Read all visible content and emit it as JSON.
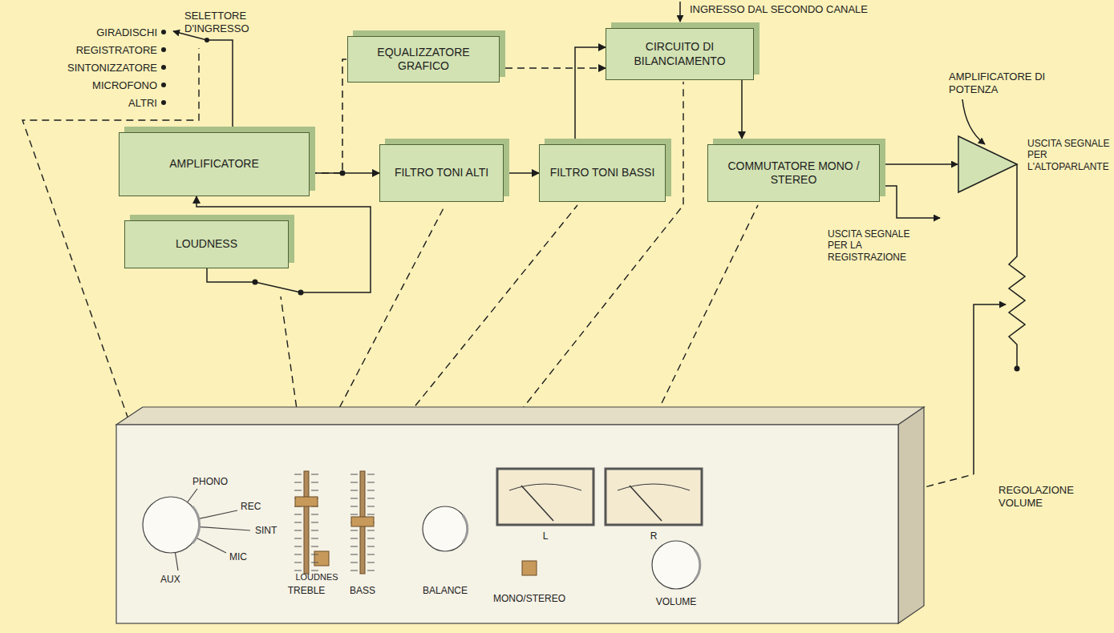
{
  "diagram": {
    "nodes": [
      {
        "text": [
          "EQUALIZZATORE GRAFICO"
        ]
      },
      {
        "text": [
          "CIRCUITO DI BILANCIAMENTO"
        ]
      },
      {
        "text": [
          "AMPLIFICATORE"
        ]
      },
      {
        "text": [
          "FILTRO TONI ALTI"
        ]
      },
      {
        "text": [
          "FILTRO TONI BASSI"
        ]
      },
      {
        "text": [
          "COMMUTATORE MONO / STEREO"
        ]
      },
      {
        "text": [
          "LOUDNESS"
        ]
      }
    ],
    "edges": [
      {
        "from": 2,
        "to": 3,
        "arrow": "to"
      },
      {
        "from": 2,
        "to": 0,
        "arrow": "none"
      },
      {
        "from": 0,
        "to": 1,
        "arrow": "to"
      },
      {
        "from": 3,
        "to": 4,
        "arrow": "to"
      },
      {
        "from": 4,
        "to": 1,
        "arrow": "to"
      },
      {
        "from": 1,
        "to": 5,
        "arrow": "to"
      },
      {
        "from": 6,
        "to": 2,
        "arrow": "to"
      }
    ],
    "labels": [
      "SELETTORE D'INGRESSO",
      "GIRADISCHI",
      "REGISTRATORE",
      "SINTONIZZATORE",
      "MICROFONO",
      "ALTRI",
      "INGRESSO DAL SECONDO CANALE",
      "AMPLIFICATORE DI POTENZA",
      "USCITA SEGNALE PER L'ALTOPARLANTE",
      "USCITA SEGNALE PER LA REGISTRAZIONE",
      "REGOLAZIONE VOLUME",
      "PHONO",
      "REC",
      "SINT",
      "MIC",
      "AUX",
      "LOUDNES",
      "TREBLE",
      "BASS",
      "BALANCE",
      "L",
      "R",
      "MONO/STEREO",
      "VOLUME"
    ]
  }
}
